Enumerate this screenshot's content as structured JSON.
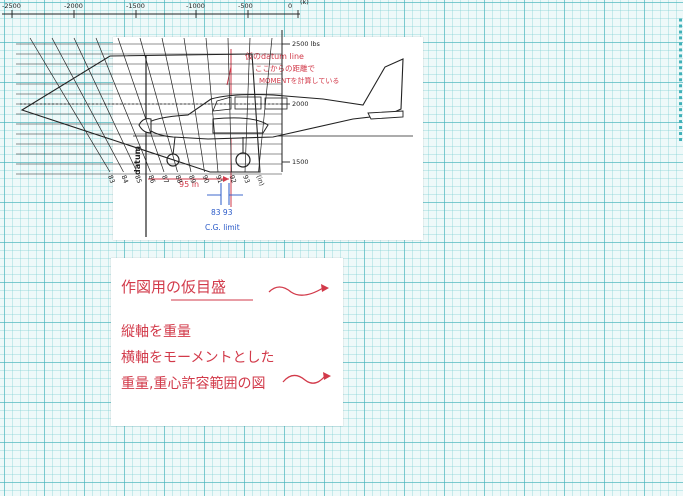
{
  "aircraft": {
    "annotation_line1": "仮のdatum line",
    "annotation_line2": "ここからの距離で",
    "annotation_line3": "MOMENTを計算している",
    "datum_label": "datum",
    "arm_label": "95 in",
    "cg_values": "83 93",
    "cg_limit_label": "C.G. limit"
  },
  "note": {
    "title": "作図用の仮目盛",
    "line1": "縦軸を重量",
    "line2": "横軸をモーメントとした",
    "line3": "重量,重心許容範囲の図"
  },
  "chart_data": {
    "type": "diagram",
    "x_ticks": [
      "-2500",
      "-2000",
      "-1500",
      "-1000",
      "-500",
      "0"
    ],
    "x_unit": "(k)",
    "y_ticks": [
      "2500 lbs",
      "2000",
      "1500"
    ],
    "cg_lines": [
      "83",
      "84",
      "85",
      "86",
      "87",
      "88",
      "89",
      "90",
      "91",
      "92",
      "93",
      "(in)"
    ]
  },
  "colors": {
    "grid": "#40b0b8",
    "annotation_red": "#d23a4a",
    "annotation_blue": "#2a5ac8",
    "ink": "#222222"
  }
}
